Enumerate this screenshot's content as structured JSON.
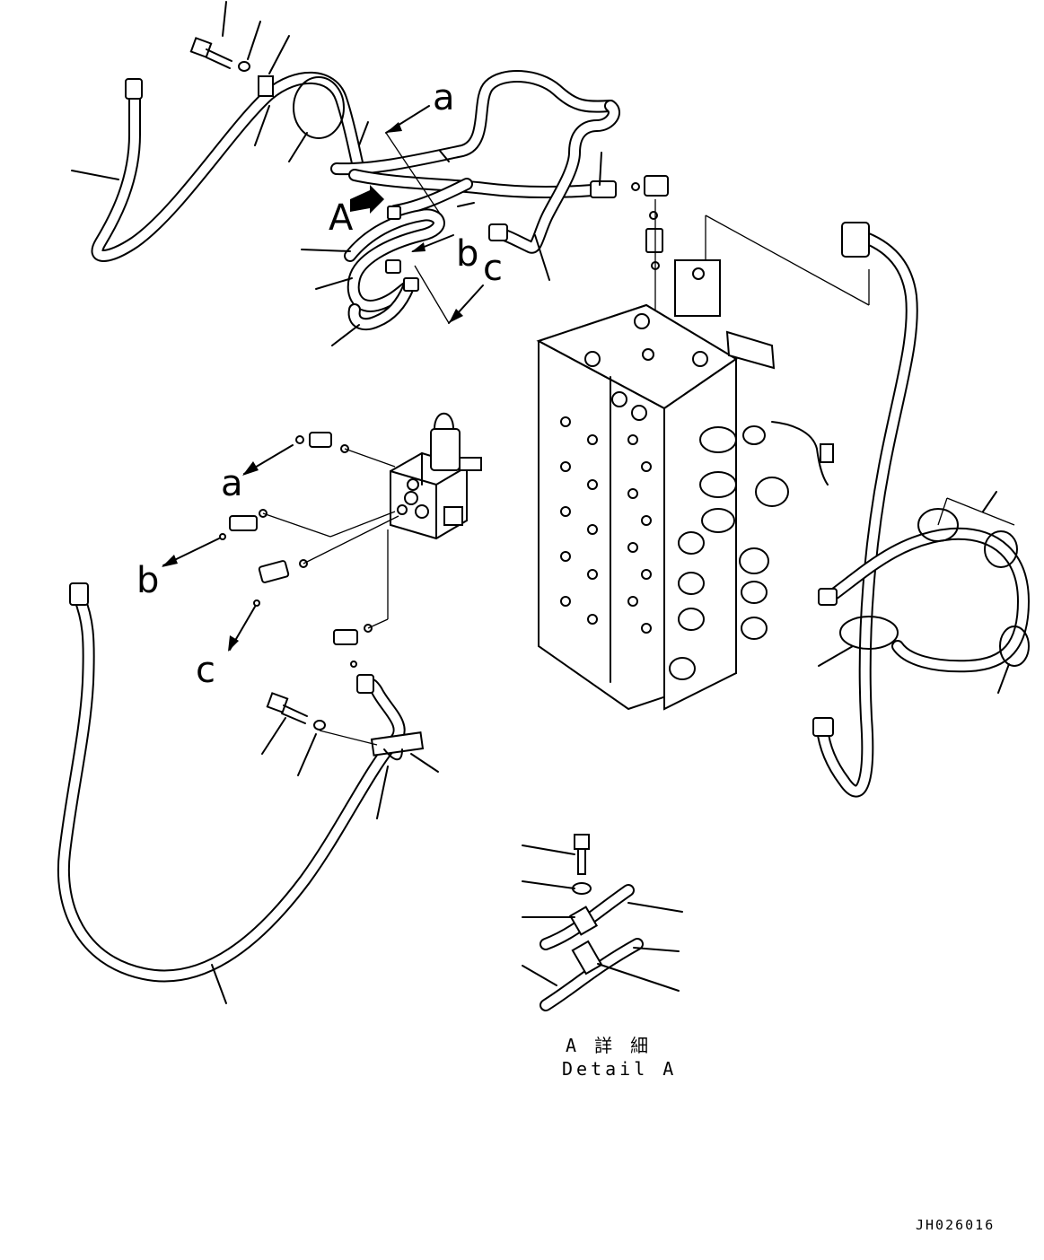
{
  "callouts": {
    "a_top": "a",
    "b_top": "b",
    "c_top": "c",
    "A_top": "A",
    "a_left": "a",
    "b_left": "b",
    "c_left": "c"
  },
  "detail": {
    "title_jp": "A 詳 細",
    "title_en": "Detail A"
  },
  "drawing_code": "JH026016"
}
